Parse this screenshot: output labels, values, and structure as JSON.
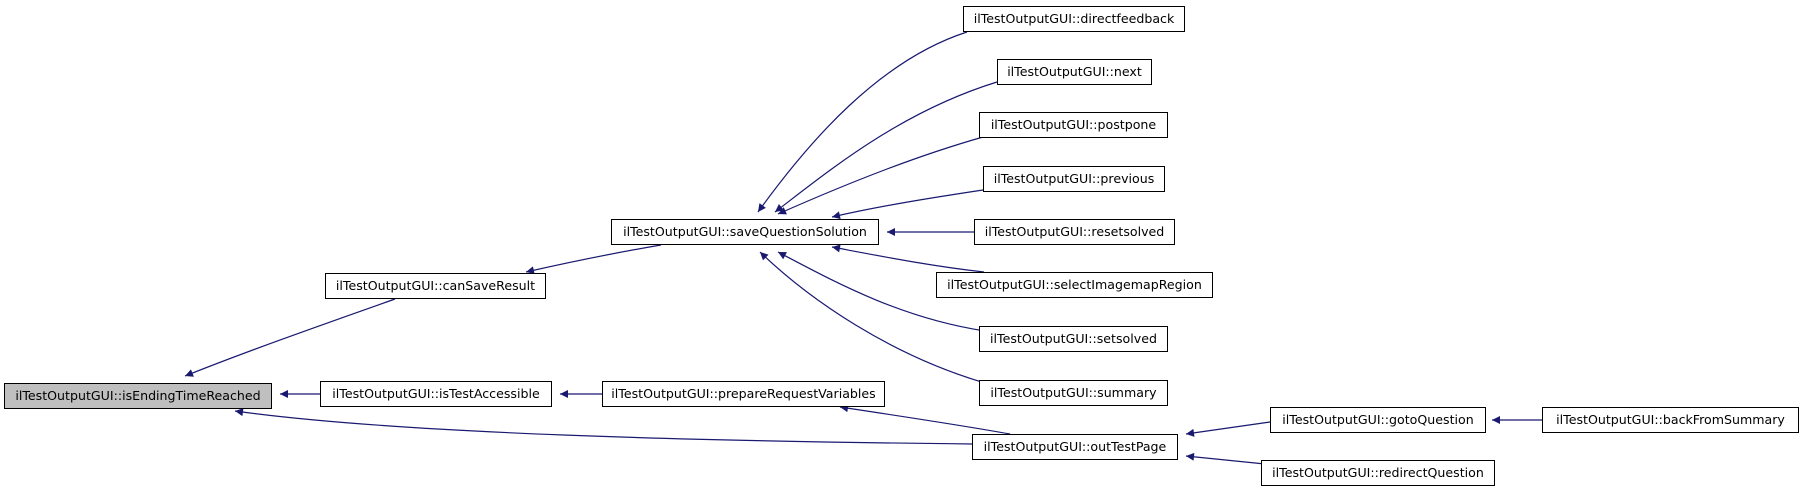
{
  "graph": {
    "colors": {
      "edge": "#191970",
      "node_border": "#000000",
      "node_fill": "#ffffff",
      "root_fill": "#bfbfbf"
    },
    "nodes": {
      "root": "ilTestOutputGUI::isEndingTimeReached",
      "canSaveResult": "ilTestOutputGUI::canSaveResult",
      "isTestAccessible": "ilTestOutputGUI::isTestAccessible",
      "saveQuestionSolution": "ilTestOutputGUI::saveQuestionSolution",
      "prepareRequestVariables": "ilTestOutputGUI::prepareRequestVariables",
      "directfeedback": "ilTestOutputGUI::directfeedback",
      "next": "ilTestOutputGUI::next",
      "postpone": "ilTestOutputGUI::postpone",
      "previous": "ilTestOutputGUI::previous",
      "resetsolved": "ilTestOutputGUI::resetsolved",
      "selectImagemapRegion": "ilTestOutputGUI::selectImagemapRegion",
      "setsolved": "ilTestOutputGUI::setsolved",
      "summary": "ilTestOutputGUI::summary",
      "outTestPage": "ilTestOutputGUI::outTestPage",
      "gotoQuestion": "ilTestOutputGUI::gotoQuestion",
      "redirectQuestion": "ilTestOutputGUI::redirectQuestion",
      "backFromSummary": "ilTestOutputGUI::backFromSummary"
    },
    "edges": [
      {
        "from": "canSaveResult",
        "to": "root"
      },
      {
        "from": "isTestAccessible",
        "to": "root"
      },
      {
        "from": "outTestPage",
        "to": "root"
      },
      {
        "from": "saveQuestionSolution",
        "to": "canSaveResult"
      },
      {
        "from": "prepareRequestVariables",
        "to": "isTestAccessible"
      },
      {
        "from": "directfeedback",
        "to": "saveQuestionSolution"
      },
      {
        "from": "next",
        "to": "saveQuestionSolution"
      },
      {
        "from": "postpone",
        "to": "saveQuestionSolution"
      },
      {
        "from": "previous",
        "to": "saveQuestionSolution"
      },
      {
        "from": "resetsolved",
        "to": "saveQuestionSolution"
      },
      {
        "from": "selectImagemapRegion",
        "to": "saveQuestionSolution"
      },
      {
        "from": "setsolved",
        "to": "saveQuestionSolution"
      },
      {
        "from": "summary",
        "to": "saveQuestionSolution"
      },
      {
        "from": "outTestPage",
        "to": "prepareRequestVariables"
      },
      {
        "from": "gotoQuestion",
        "to": "outTestPage"
      },
      {
        "from": "redirectQuestion",
        "to": "outTestPage"
      },
      {
        "from": "backFromSummary",
        "to": "gotoQuestion"
      }
    ]
  }
}
